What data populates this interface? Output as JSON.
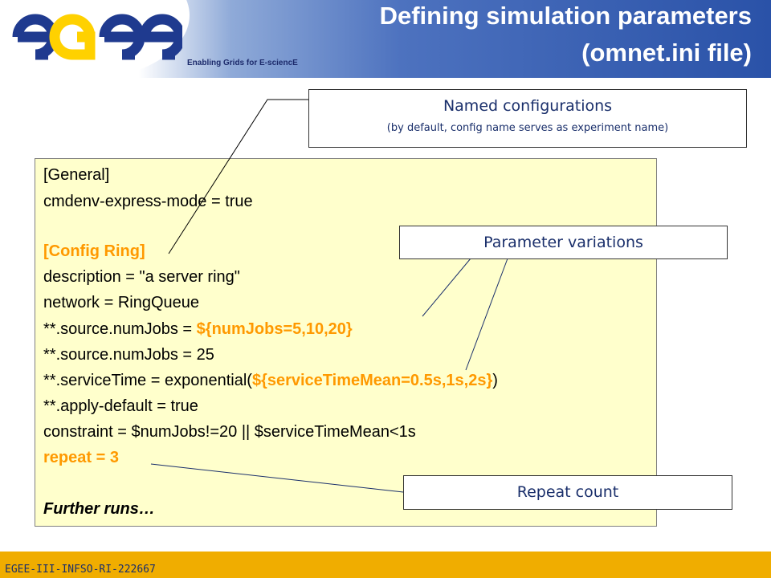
{
  "header": {
    "logo_text": "egee",
    "tagline": "Enabling Grids for E-sciencE",
    "title_line1": "Defining simulation parameters",
    "title_line2": "(omnet.ini file)",
    "colors": {
      "logo_blue": "#1f3a8f",
      "logo_yellow": "#ffd100",
      "banner": "#2a52a8"
    }
  },
  "code": {
    "line1": "[General]",
    "line2": "cmdenv-express-mode = true",
    "line3": "[Config Ring]",
    "line4": "description = \"a server ring\"",
    "line5": "network = RingQueue",
    "line6_pre": "**.source.numJobs = ",
    "line6_hl": "${numJobs=5,10,20}",
    "line7": "**.source.numJobs = 25",
    "line8_pre": "**.serviceTime = exponential(",
    "line8_hl": "${serviceTimeMean=0.5s,1s,2s}",
    "line8_post": ")",
    "line9": "**.apply-default = true",
    "line10": "constraint = $numJobs!=20 || $serviceTimeMean<1s",
    "line11": "repeat = 3",
    "line12": "Further runs…",
    "colors": {
      "background": "#ffffcc",
      "highlight": "#ff9900"
    }
  },
  "callouts": {
    "named_title": "Named configurations",
    "named_subtitle": "(by default, config name serves as experiment name)",
    "param": "Parameter variations",
    "repeat": "Repeat count"
  },
  "footer": {
    "text": "EGEE-III-INFSO-RI-222667",
    "color": "#f0ad00"
  }
}
